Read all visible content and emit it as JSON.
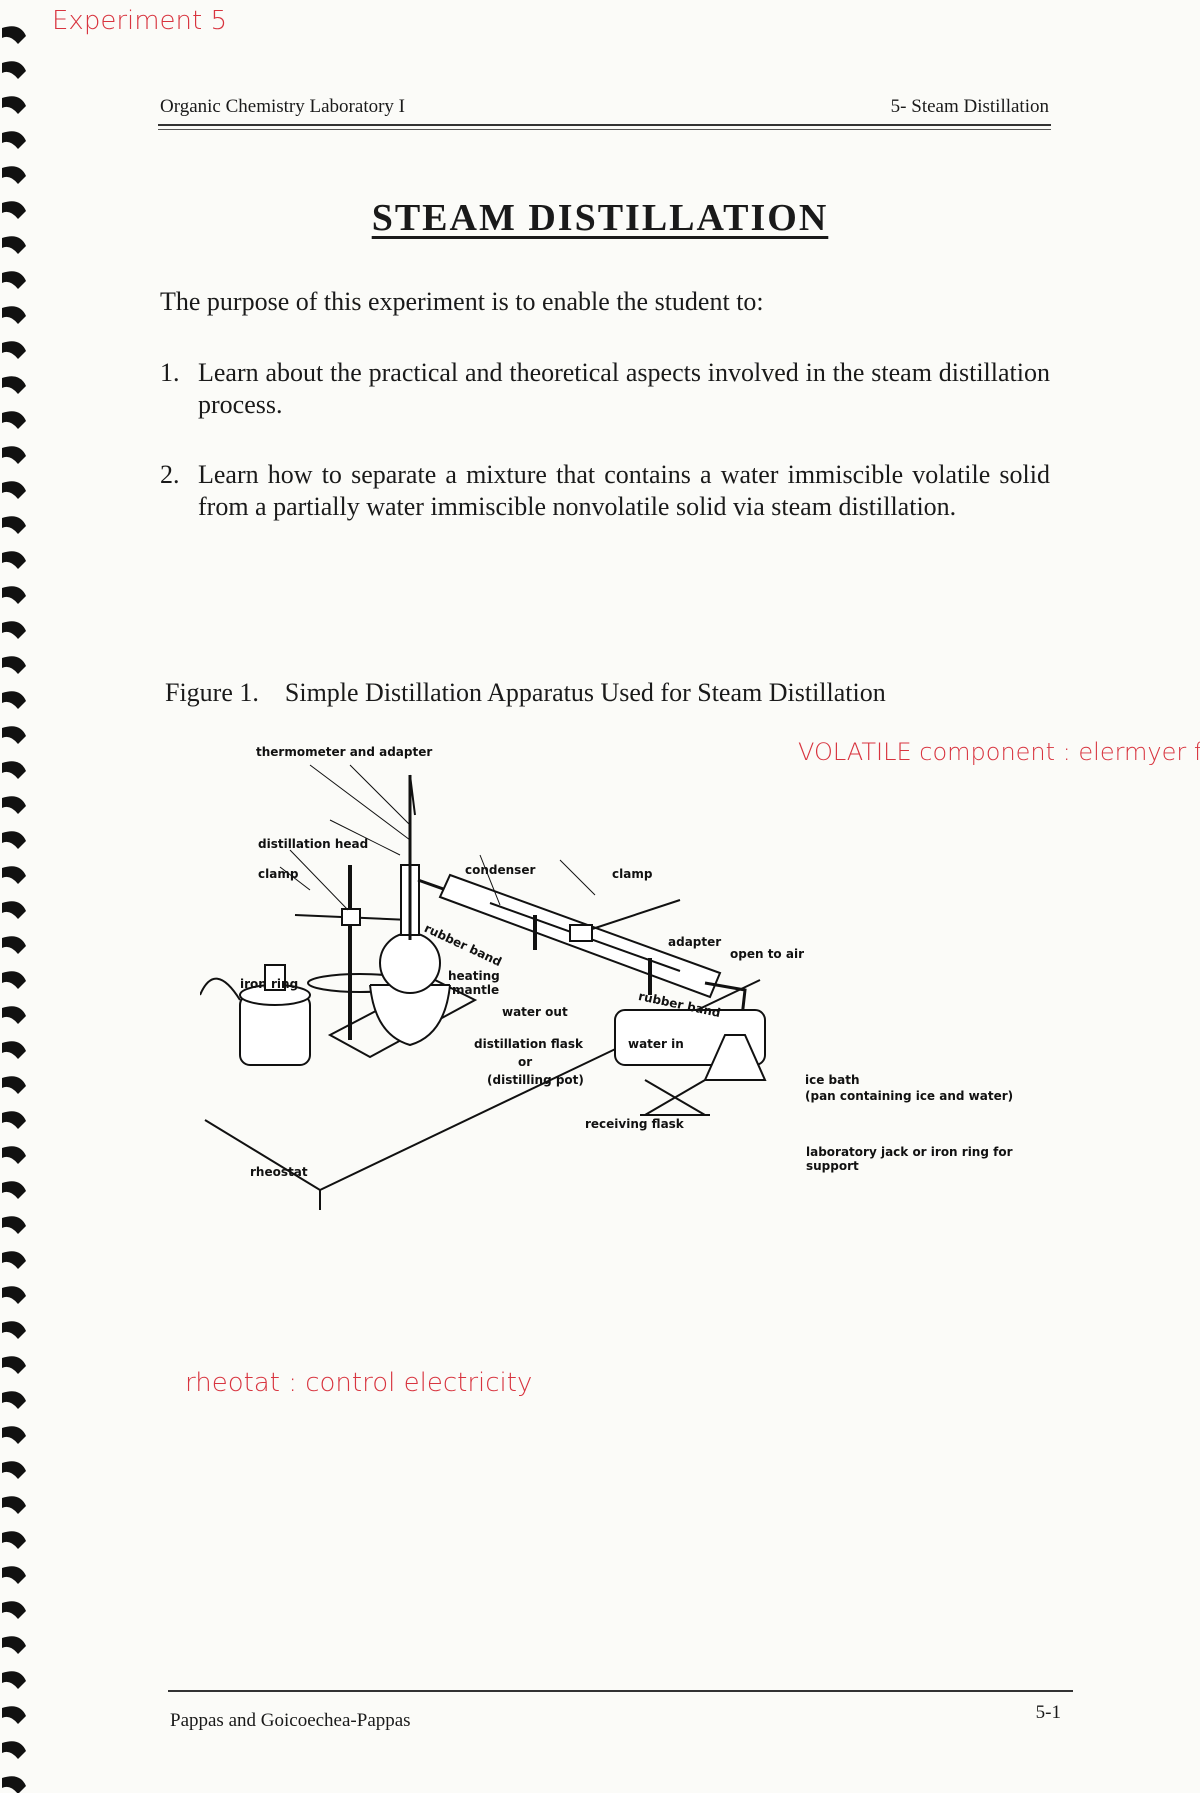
{
  "annotations": {
    "experiment": "Experiment  5",
    "volatile_note": "VOLATILE component : elermyer flark",
    "rheostat_note": "rheotat : control electricity"
  },
  "header": {
    "left": "Organic Chemistry Laboratory I",
    "right": "5- Steam Distillation"
  },
  "title": "STEAM   DISTILLATION",
  "intro": "The purpose of this experiment is to enable the student to:",
  "objectives": [
    {
      "number": "1.",
      "text": "Learn about the practical and theoretical aspects involved in the steam distillation process."
    },
    {
      "number": "2.",
      "text": "Learn how to separate a mixture that contains a water immiscible volatile solid from a partially water immiscible nonvolatile solid via steam distillation."
    }
  ],
  "figure": {
    "label": "Figure 1.",
    "caption": "Simple Distillation Apparatus Used for Steam Distillation",
    "labels": {
      "thermometer": "thermometer and adapter",
      "distillation_head": "distillation head",
      "clamp_left": "clamp",
      "condenser": "condenser",
      "clamp_right": "clamp",
      "rubber_band_left": "rubber band",
      "heating_mantle_1": "heating",
      "heating_mantle_2": "mantle",
      "iron_ring": "iron ring",
      "adapter": "adapter",
      "open_to_air": "open to air",
      "rubber_band_right": "rubber band",
      "water_out": "water out",
      "distillation_flask": "distillation flask",
      "or": "or",
      "distilling_pot": "(distilling pot)",
      "water_in": "water in",
      "ice_bath": "ice bath",
      "ice_bath_desc": "(pan containing ice and water)",
      "receiving_flask": "receiving flask",
      "jack": "laboratory jack or iron ring for support",
      "rheostat": "rheostat"
    }
  },
  "footer": {
    "left": "Pappas and Goicoechea-Pappas",
    "right": "5-1"
  }
}
